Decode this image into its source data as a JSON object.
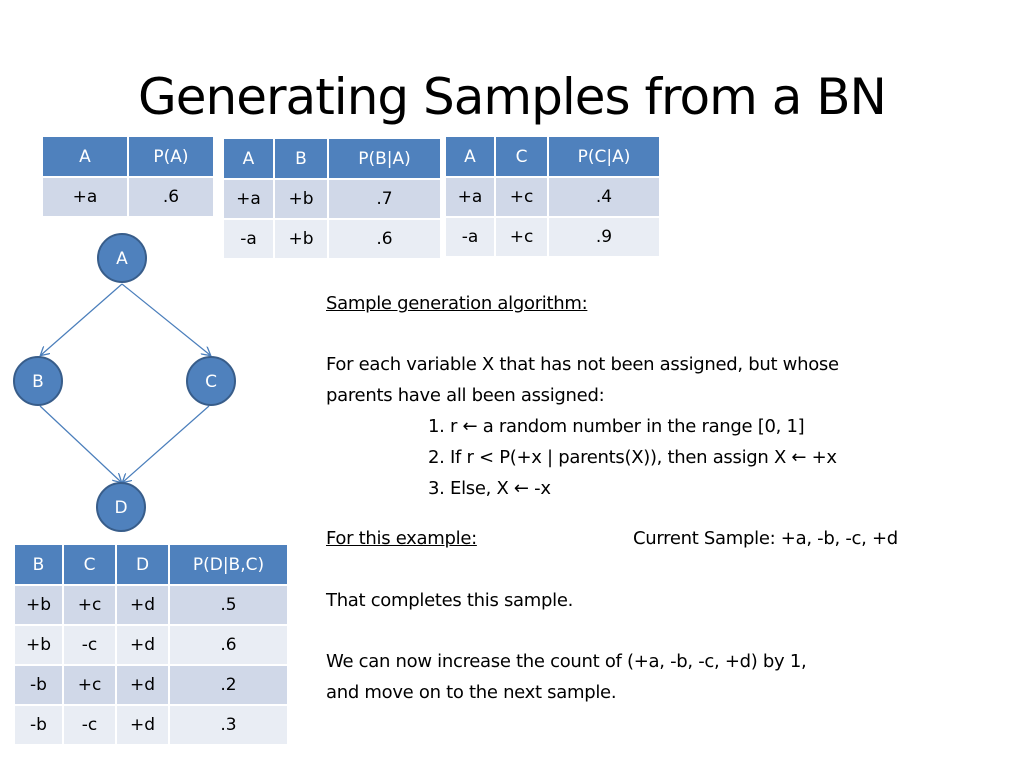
{
  "title": "Generating Samples from a BN",
  "cpt_a": {
    "headers": [
      "A",
      "P(A)"
    ],
    "rows": [
      [
        "+a",
        ".6"
      ]
    ]
  },
  "cpt_b": {
    "headers": [
      "A",
      "B",
      "P(B|A)"
    ],
    "rows": [
      [
        "+a",
        "+b",
        ".7"
      ],
      [
        "-a",
        "+b",
        ".6"
      ]
    ]
  },
  "cpt_c": {
    "headers": [
      "A",
      "C",
      "P(C|A)"
    ],
    "rows": [
      [
        "+a",
        "+c",
        ".4"
      ],
      [
        "-a",
        "+c",
        ".9"
      ]
    ]
  },
  "cpt_d": {
    "headers": [
      "B",
      "C",
      "D",
      "P(D|B,C)"
    ],
    "rows": [
      [
        "+b",
        "+c",
        "+d",
        ".5"
      ],
      [
        "+b",
        "-c",
        "+d",
        ".6"
      ],
      [
        "-b",
        "+c",
        "+d",
        ".2"
      ],
      [
        "-b",
        "-c",
        "+d",
        ".3"
      ]
    ]
  },
  "graph": {
    "node_fill": "#4f81bd",
    "node_stroke": "#385d8a",
    "edge_color": "#4a7ebb",
    "nodes": {
      "a": "A",
      "b": "B",
      "c": "C",
      "d": "D"
    }
  },
  "algorithm": {
    "heading": "Sample generation algorithm:",
    "line1": "For each variable X that has not been assigned, but whose",
    "line2": "parents have all been assigned:",
    "step1": "1. r ← a random number in the range [0, 1]",
    "step2": "2. If r < P(+x | parents(X)), then assign X ← +x",
    "step3": "3. Else, X ← -x"
  },
  "example": {
    "heading": "For this example:",
    "current_sample": "Current Sample:  +a, -b, -c, +d",
    "completes": "That completes this sample.",
    "increase1": "We can now increase the count of (+a, -b, -c, +d) by 1,",
    "increase2": "and move on to the next sample."
  }
}
